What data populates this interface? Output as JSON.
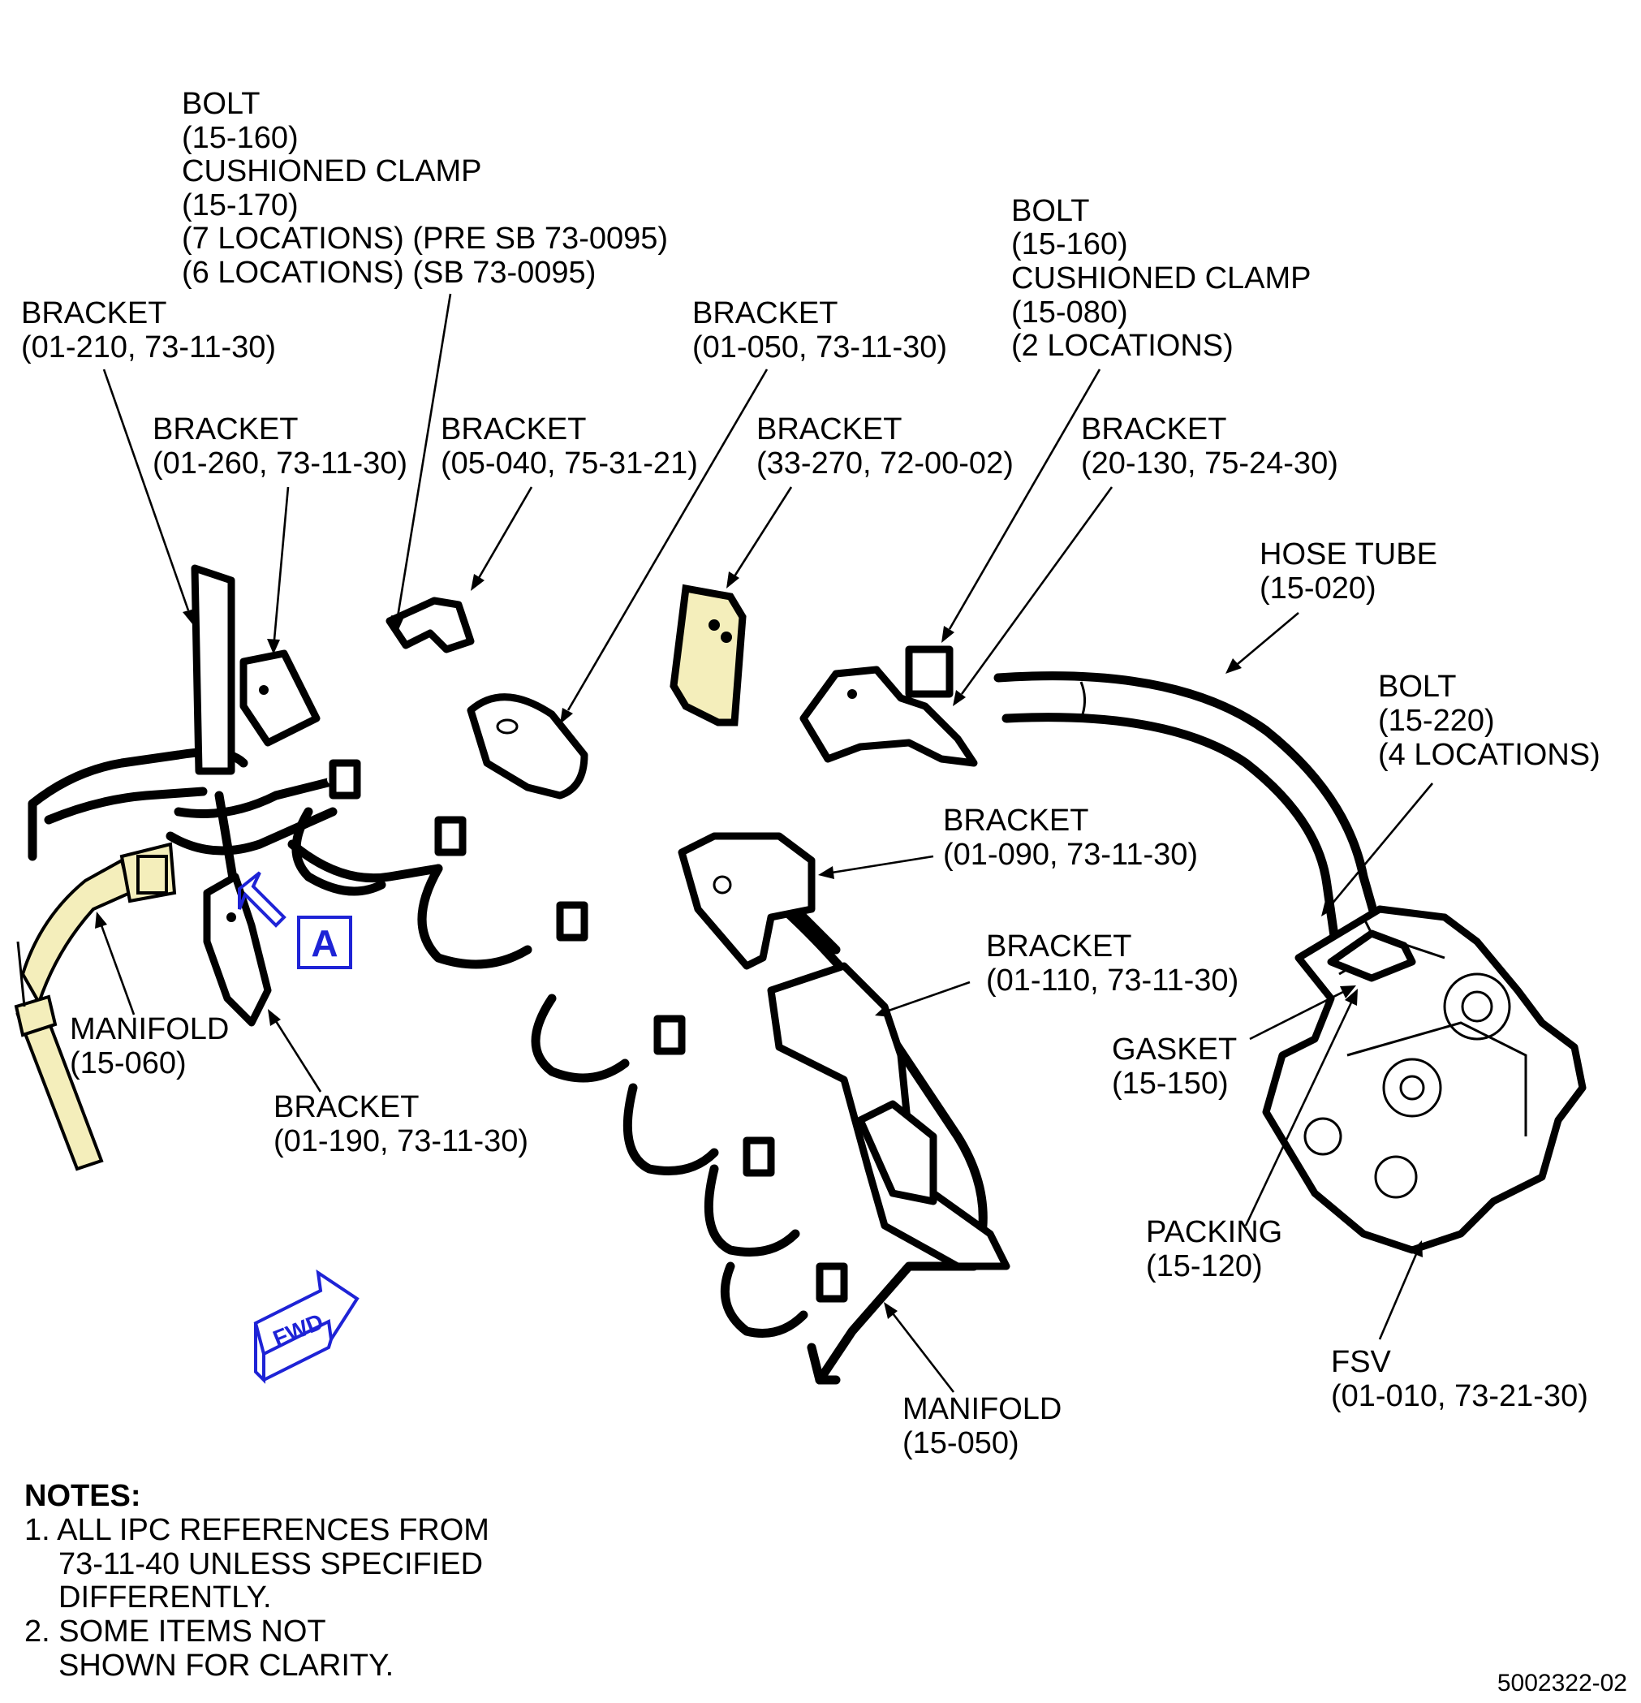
{
  "labels": {
    "bolt_clamp_top_left": [
      "BOLT",
      "(15-160)",
      "CUSHIONED CLAMP",
      "(15-170)",
      "(7 LOCATIONS) (PRE SB 73-0095)",
      "(6 LOCATIONS) (SB 73-0095)"
    ],
    "bracket_01_210": [
      "BRACKET",
      "(01-210, 73-11-30)"
    ],
    "bracket_01_260": [
      "BRACKET",
      "(01-260, 73-11-30)"
    ],
    "bracket_05_040": [
      "BRACKET",
      "(05-040, 75-31-21)"
    ],
    "bracket_01_050": [
      "BRACKET",
      "(01-050, 73-11-30)"
    ],
    "bracket_33_270": [
      "BRACKET",
      "(33-270, 72-00-02)"
    ],
    "bolt_clamp_top_right": [
      "BOLT",
      "(15-160)",
      "CUSHIONED CLAMP",
      "(15-080)",
      "(2 LOCATIONS)"
    ],
    "bracket_20_130": [
      "BRACKET",
      "(20-130, 75-24-30)"
    ],
    "hose_tube": [
      "HOSE TUBE",
      "(15-020)"
    ],
    "bolt_15_220": [
      "BOLT",
      "(15-220)",
      "(4 LOCATIONS)"
    ],
    "bracket_01_090": [
      "BRACKET",
      "(01-090, 73-11-30)"
    ],
    "bracket_01_110": [
      "BRACKET",
      "(01-110, 73-11-30)"
    ],
    "gasket": [
      "GASKET",
      "(15-150)"
    ],
    "manifold_15_060": [
      "MANIFOLD",
      "(15-060)"
    ],
    "bracket_01_190": [
      "BRACKET",
      "(01-190, 73-11-30)"
    ],
    "packing": [
      "PACKING",
      "(15-120)"
    ],
    "fsv": [
      "FSV",
      "(01-010, 73-21-30)"
    ],
    "manifold_15_050": [
      "MANIFOLD",
      "(15-050)"
    ]
  },
  "view_marker": "A",
  "fwd_marker": "FWD",
  "notes": {
    "title": "NOTES:",
    "items": [
      [
        "1. ALL IPC REFERENCES FROM",
        "73-11-40 UNLESS SPECIFIED",
        "DIFFERENTLY."
      ],
      [
        "2. SOME ITEMS NOT",
        "SHOWN FOR CLARITY."
      ]
    ]
  },
  "drawing_number": "5002322-02",
  "colors": {
    "ink": "#000000",
    "highlight_part": "#f4eebb",
    "view_marker_blue": "#1e23d6",
    "background": "#ffffff"
  }
}
